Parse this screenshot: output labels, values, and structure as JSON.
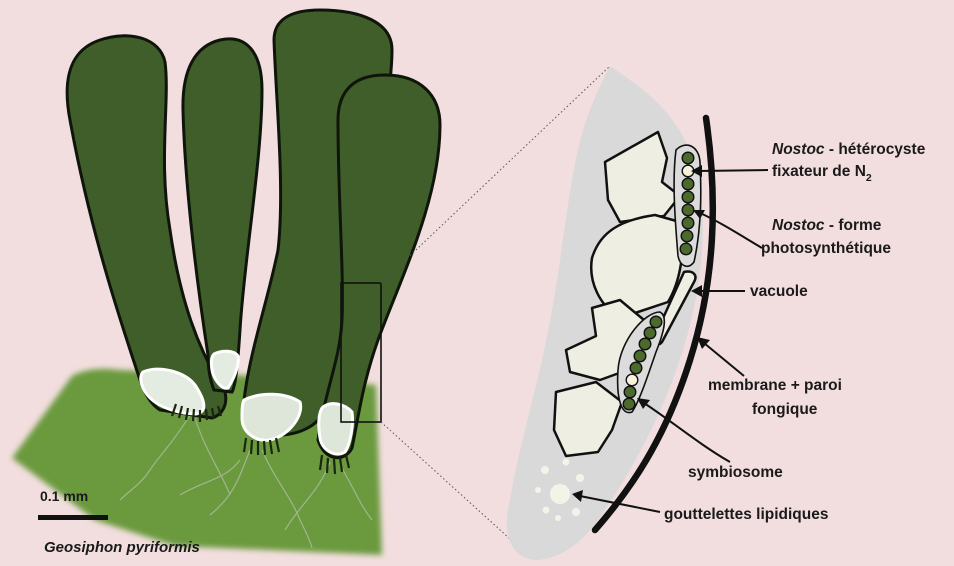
{
  "colors": {
    "background": "#f2dede",
    "tube_green": "#3f5e2a",
    "ground_green": "#6b9a3c",
    "cell_gray": "#d9d9d9",
    "vacuole_cream": "#efeee3",
    "nostoc_cell": "#4b6a2b",
    "heterocyst": "#f6f2dc"
  },
  "labels": {
    "heterocyst": {
      "italic": "Nostoc",
      "line1_rest": " - hétérocyste",
      "line2": "fixateur de N",
      "subscript": "2"
    },
    "photosynthetic": {
      "italic": "Nostoc",
      "line1_rest": " - forme",
      "line2": "photosynthétique"
    },
    "vacuole": "vacuole",
    "membrane": {
      "line1": "membrane + paroi",
      "line2": "fongique"
    },
    "symbiosome": "symbiosome",
    "lipids": "gouttelettes lipidiques"
  },
  "scale_bar": "0.1 mm",
  "species": "Geosiphon pyriformis"
}
